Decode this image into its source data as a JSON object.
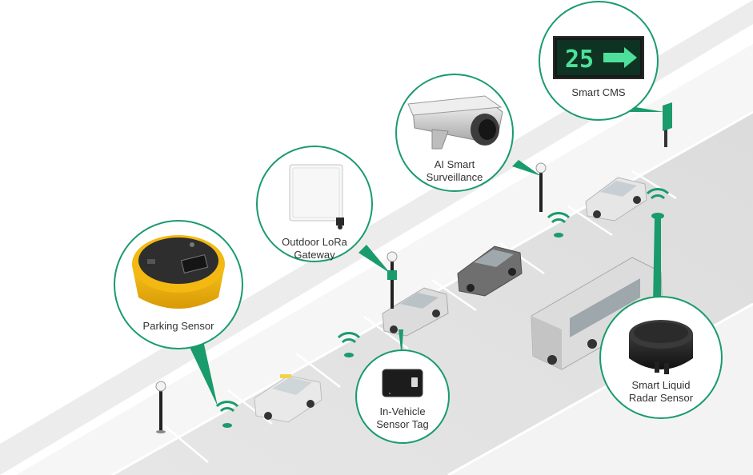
{
  "colors": {
    "accent": "#1a9b6c",
    "road": "#e3e3e3",
    "ground": "#f4f4f4",
    "cms_text": "#4ee09a"
  },
  "callouts": {
    "parking_sensor": {
      "label": "Parking Sensor",
      "icon": "parking-sensor-icon"
    },
    "lora_gateway": {
      "label": "Outdoor LoRa\nGateway",
      "icon": "lora-gateway-icon"
    },
    "ai_surveillance": {
      "label": "AI Smart\nSurveillance",
      "icon": "cctv-camera-icon"
    },
    "smart_cms": {
      "label": "Smart CMS",
      "icon": "cms-display-icon",
      "display_value": "25"
    },
    "in_vehicle_tag": {
      "label": "In-Vehicle\nSensor Tag",
      "icon": "sensor-tag-icon"
    },
    "radar_sensor": {
      "label": "Smart Liquid\nRadar Sensor",
      "icon": "radar-sensor-icon"
    }
  }
}
